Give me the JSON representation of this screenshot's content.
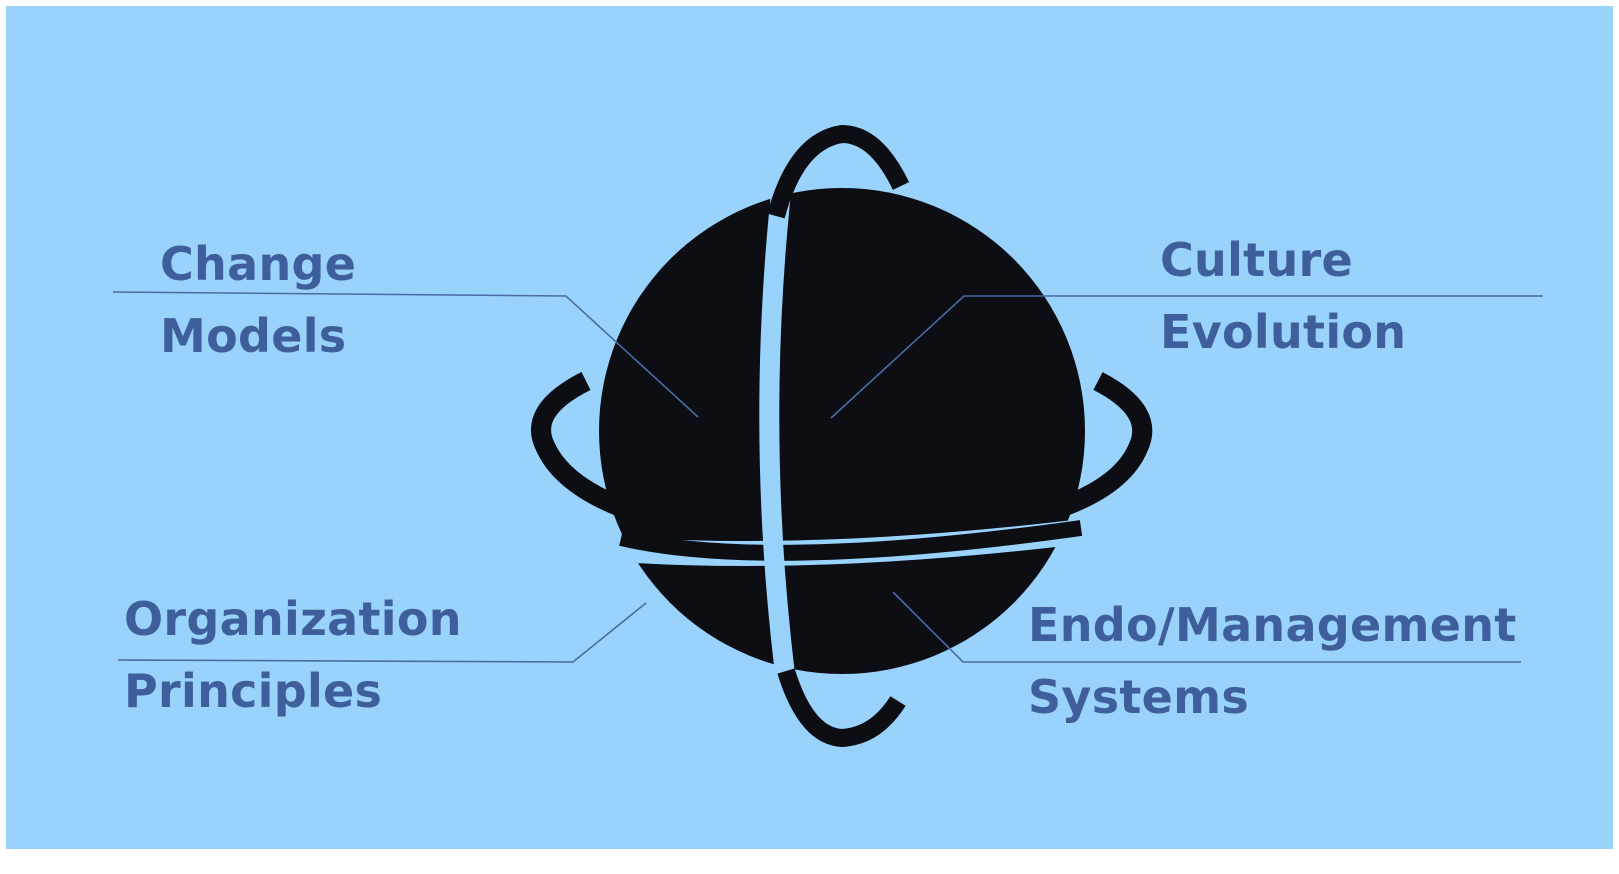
{
  "colors": {
    "background": "#99d2fb",
    "globe": "#0c0e14",
    "label_text": "#3f5f9c",
    "leader_line": "#4a6aa8"
  },
  "icons": {
    "center": "globe-with-orbits-icon"
  },
  "labels": {
    "top_left": {
      "line1": "Change",
      "line2": "Models"
    },
    "top_right": {
      "line1": "Culture",
      "line2": "Evolution"
    },
    "bottom_left": {
      "line1": "Organization",
      "line2": "Principles"
    },
    "bottom_right": {
      "line1": "Endo/Management",
      "line2": "Systems"
    }
  }
}
